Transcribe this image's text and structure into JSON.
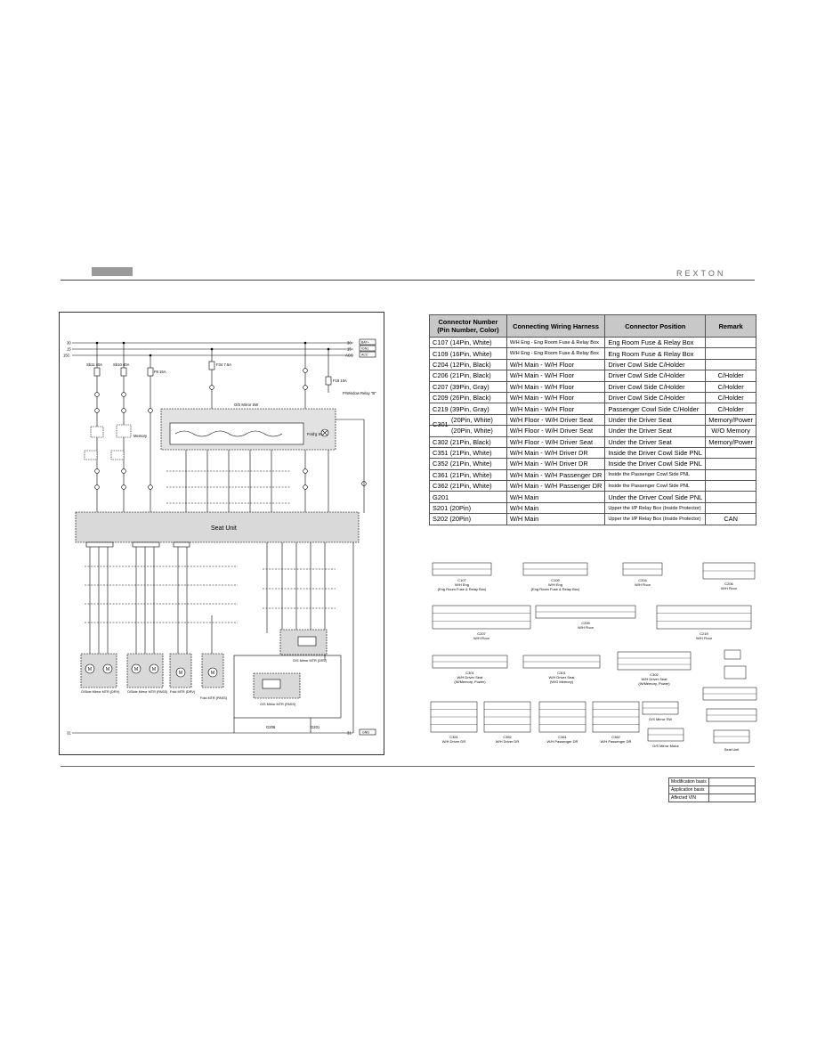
{
  "header": {
    "brand": "REXTON"
  },
  "diagram": {
    "rails_left": [
      "30",
      "15",
      "15C"
    ],
    "rails_right": [
      "30",
      "15",
      "ACC"
    ],
    "rail_tags": [
      "BAT+",
      "IGN1",
      "ACC"
    ],
    "fuses": [
      "Sb11 40A",
      "Sb10 40A",
      "F8 15A",
      "F34 7.5A",
      "F18 10A"
    ],
    "title_mirror_sw": "O/S Mirror SW",
    "fold_sw": "Fold'g SW",
    "power_relay": "P/Window Relay \"B\"",
    "memory_label": "Memory",
    "seat_unit": "Seat Unit",
    "motors": [
      {
        "id": "mtr-1",
        "label": "O/Side Mirror MTR (DRV)"
      },
      {
        "id": "mtr-2",
        "label": "O/Side Mirror MTR (PASS)"
      },
      {
        "id": "mtr-3",
        "label": "Fold MTR (DRV)"
      },
      {
        "id": "mtr-4",
        "label": "Fold MTR (PASS)"
      }
    ],
    "mirror_mtr_drv": "O/S Mirror MTR (DRV)",
    "mirror_mtr_pass": "O/S Mirror MTR (PASS)",
    "ground_rail_left": "31",
    "ground_rail_right": "31",
    "ground_tag": "GND",
    "grounds": [
      "G206",
      "G201"
    ]
  },
  "table": {
    "headers": [
      "Connector Number (Pin Number, Color)",
      "Connecting Wiring Harness",
      "Connector Position",
      "Remark"
    ],
    "rows": [
      [
        "C107 (14Pin, White)",
        "W/H Eng - Eng Room Fuse & Relay Box",
        "Eng Room Fuse & Relay Box",
        ""
      ],
      [
        "C109 (16Pin, White)",
        "W/H Eng - Eng Room Fuse & Relay Box",
        "Eng Room Fuse & Relay Box",
        ""
      ],
      [
        "C204 (12Pin, Black)",
        "W/H Main - W/H Floor",
        "Driver Cowl Side C/Holder",
        ""
      ],
      [
        "C206 (21Pin, Black)",
        "W/H Main - W/H Floor",
        "Driver Cowl Side C/Holder",
        "C/Holder"
      ],
      [
        "C207 (39Pin, Gray)",
        "W/H Main - W/H Floor",
        "Driver Cowl Side C/Holder",
        "C/Holder"
      ],
      [
        "C209 (26Pin, Black)",
        "W/H Main - W/H Floor",
        "Driver Cowl Side C/Holder",
        "C/Holder"
      ],
      [
        "C219 (39Pin, Gray)",
        "W/H Main - W/H Floor",
        "Passenger Cowl Side C/Holder",
        "C/Holder"
      ],
      [
        "(20Pin, White)",
        "W/H Floor - W/H Driver Seat",
        "Under the Driver Seat",
        "Memory/Power"
      ],
      [
        "(20Pin, White)",
        "W/H Floor - W/H Driver Seat",
        "Under the Driver Seat",
        "W/O Memory"
      ],
      [
        "C302 (21Pin, Black)",
        "W/H Floor - W/H Driver Seat",
        "Under the Driver Seat",
        "Memory/Power"
      ],
      [
        "C351 (21Pin, White)",
        "W/H Main - W/H Driver DR",
        "Inside the Driver Cowl Side PNL",
        ""
      ],
      [
        "C352 (21Pin, White)",
        "W/H Main - W/H Driver DR",
        "Inside the Driver Cowl Side PNL",
        ""
      ],
      [
        "C361 (21Pin, White)",
        "W/H Main - W/H Passenger DR",
        "Inside the Passenger Cowl Side PNL",
        ""
      ],
      [
        "C362 (21Pin, White)",
        "W/H Main - W/H Passenger DR",
        "Inside the Passenger Cowl Side PNL",
        ""
      ],
      [
        "G201",
        "W/H Main",
        "Under the Driver Cowl Side PNL",
        ""
      ],
      [
        "S201 (20Pin)",
        "W/H Main",
        "Upper the I/P Relay Box (Inside Protector)",
        ""
      ],
      [
        "S202 (20Pin)",
        "W/H Main",
        "Upper the I/P Relay Box (Inside Protector)",
        "CAN"
      ]
    ],
    "c301_label": "C301"
  },
  "connectors": [
    {
      "id": "C107",
      "caption": "C107",
      "sub1": "W/H Eng",
      "sub2": "(Eng Room Fuse & Relay Box)"
    },
    {
      "id": "C109",
      "caption": "C109",
      "sub1": "W/H Eng",
      "sub2": "(Eng Room Fuse & Relay Box)"
    },
    {
      "id": "C204",
      "caption": "C204",
      "sub1": "W/H Floor",
      "sub2": ""
    },
    {
      "id": "C206",
      "caption": "C206",
      "sub1": "W/H Floor",
      "sub2": ""
    },
    {
      "id": "C207",
      "caption": "C207",
      "sub1": "W/H Floor",
      "sub2": ""
    },
    {
      "id": "C209",
      "caption": "C209",
      "sub1": "W/H Floor",
      "sub2": ""
    },
    {
      "id": "C219",
      "caption": "C219",
      "sub1": "W/H Floor",
      "sub2": ""
    },
    {
      "id": "C301a",
      "caption": "C301",
      "sub1": "W/H Driver Seat",
      "sub2": "(W/Memory, Power)"
    },
    {
      "id": "C301b",
      "caption": "C301",
      "sub1": "W/H Driver Seat",
      "sub2": "(W/O Memory)"
    },
    {
      "id": "C302",
      "caption": "C302",
      "sub1": "W/H Driver Seat",
      "sub2": "(W/Memory, Power)"
    },
    {
      "id": "C351",
      "caption": "C351",
      "sub1": "W/H Driver DR",
      "sub2": ""
    },
    {
      "id": "C352",
      "caption": "C352",
      "sub1": "W/H Driver DR",
      "sub2": ""
    },
    {
      "id": "C361",
      "caption": "C361",
      "sub1": "W/H Passenger DR",
      "sub2": ""
    },
    {
      "id": "C362",
      "caption": "C362",
      "sub1": "W/H Passenger DR",
      "sub2": ""
    },
    {
      "id": "OSSW",
      "caption": "O/S Mirror SW",
      "sub1": "",
      "sub2": ""
    },
    {
      "id": "OSMTR",
      "caption": "O/S Mirror Motor",
      "sub1": "",
      "sub2": ""
    },
    {
      "id": "SEAT",
      "caption": "Seat Unit",
      "sub1": "",
      "sub2": ""
    }
  ],
  "modification_table": [
    {
      "label": "Modification basis",
      "value": ""
    },
    {
      "label": "Application basis",
      "value": ""
    },
    {
      "label": "Affected VIN",
      "value": ""
    }
  ]
}
